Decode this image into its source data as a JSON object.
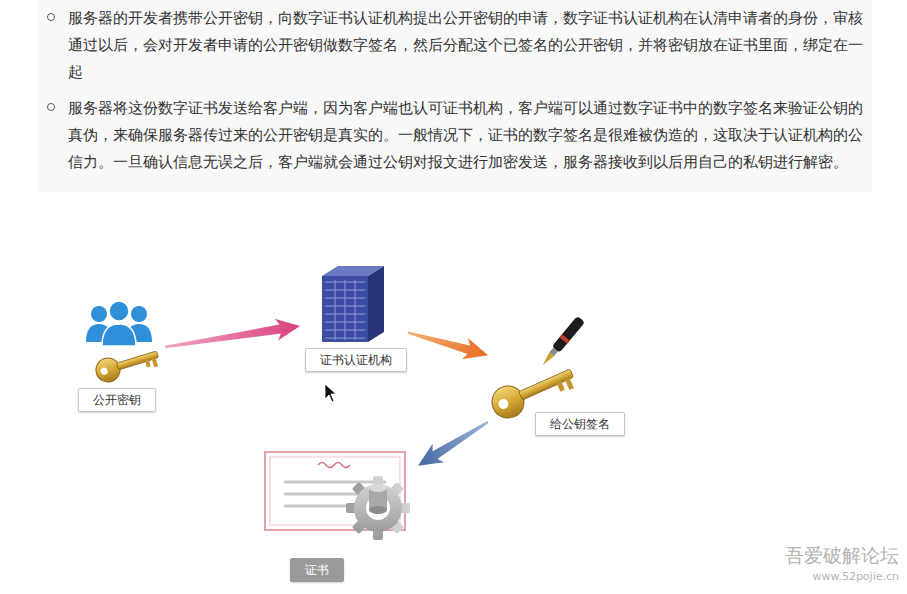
{
  "diagram": {
    "nodes": [
      {
        "text": [
          "公开密钥"
        ]
      },
      {
        "text": [
          "证书认证机构"
        ]
      },
      {
        "text": [
          "给公钥签名"
        ]
      },
      {
        "text": [
          "证书"
        ]
      }
    ],
    "edges": [
      {
        "from": 0,
        "to": 1,
        "arrow": "to"
      },
      {
        "from": 1,
        "to": 2,
        "arrow": "to"
      },
      {
        "from": 2,
        "to": 3,
        "arrow": "to"
      }
    ],
    "labels": [
      "服务器的开发者携带公开密钥，向数字证书认证机构提出公开密钥的申请，数字证书认证机构在认清申请者的身份，审核通过以后，会对开发者申请的公开密钥做数字签名，然后分配这个已签名的公开密钥，并将密钥放在证书里面，绑定在一起",
      "服务器将这份数字证书发送给客户端，因为客户端也认可证书机构，客户端可以通过数字证书中的数字签名来验证公钥的真伪，来确保服务器传过来的公开密钥是真实的。一般情况下，证书的数字签名是很难被伪造的，这取决于认证机构的公信力。一旦确认信息无误之后，客户端就会通过公钥对报文进行加密发送，服务器接收到以后用自己的私钥进行解密。",
      "吾爱破解论坛",
      "www.52pojie.cn"
    ]
  }
}
